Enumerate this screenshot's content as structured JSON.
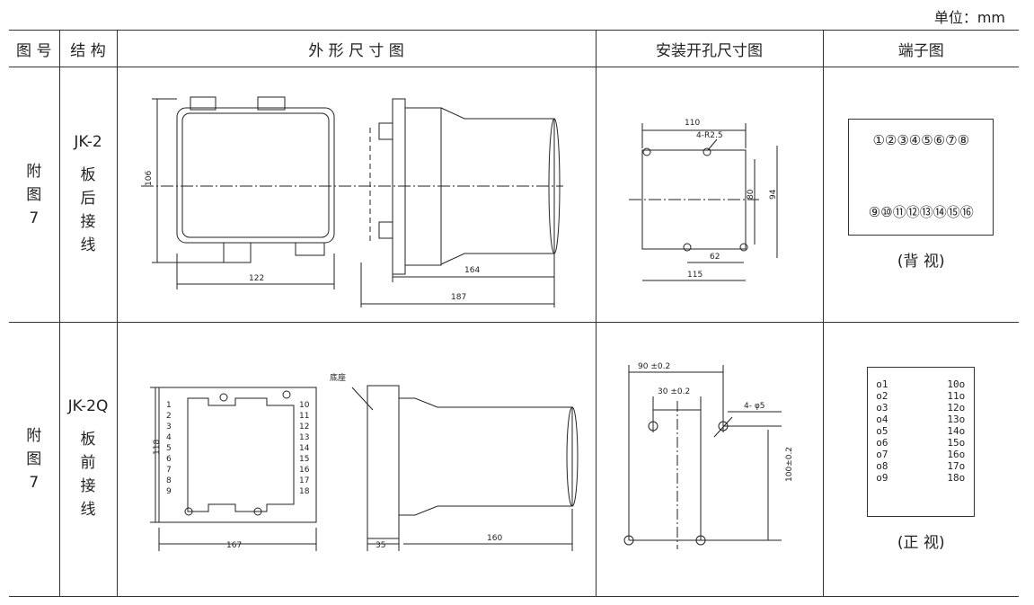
{
  "unit": "单位：mm",
  "headers": {
    "figure_no": "图 号",
    "structure": "结 构",
    "outline": "外 形 尺 寸 图",
    "cutout": "安装开孔尺寸图",
    "terminal": "端子图"
  },
  "rows": [
    {
      "figure": [
        "附",
        "图",
        "7"
      ],
      "model": "JK-2",
      "structure": [
        "板",
        "后",
        "接",
        "线"
      ],
      "outline_dims": {
        "height": "106",
        "width": "122",
        "depth_a": "164",
        "depth_b": "187"
      },
      "cutout_dims": {
        "top": "110",
        "hole": "4-R2.5",
        "inner_h": "80",
        "outer_h": "94",
        "inner_w": "62",
        "bottom": "115"
      },
      "terminal_top": "①②③④⑤⑥⑦⑧",
      "terminal_bottom": "⑨⑩⑪⑫⑬⑭⑮⑯",
      "view": "(背 视)"
    },
    {
      "figure": [
        "附",
        "图",
        "7"
      ],
      "model": "JK-2Q",
      "structure": [
        "板",
        "前",
        "接",
        "线"
      ],
      "outline_dims": {
        "height": "118",
        "width": "167",
        "base_label": "底座",
        "base_depth": "35",
        "depth": "160",
        "left_pins": [
          "1",
          "2",
          "3",
          "4",
          "5",
          "6",
          "7",
          "8",
          "9"
        ],
        "right_pins": [
          "10",
          "11",
          "12",
          "13",
          "14",
          "15",
          "16",
          "17",
          "18"
        ]
      },
      "cutout_dims": {
        "outer": "90 ±0.2",
        "inner": "30 ±0.2",
        "hole": "4- φ5",
        "vertical": "100±0.2"
      },
      "terminal_left": [
        "o1",
        "o2",
        "o3",
        "o4",
        "o5",
        "o6",
        "o7",
        "o8",
        "o9"
      ],
      "terminal_right": [
        "10o",
        "11o",
        "12o",
        "13o",
        "14o",
        "15o",
        "16o",
        "17o",
        "18o"
      ],
      "view": "(正 视)"
    }
  ]
}
